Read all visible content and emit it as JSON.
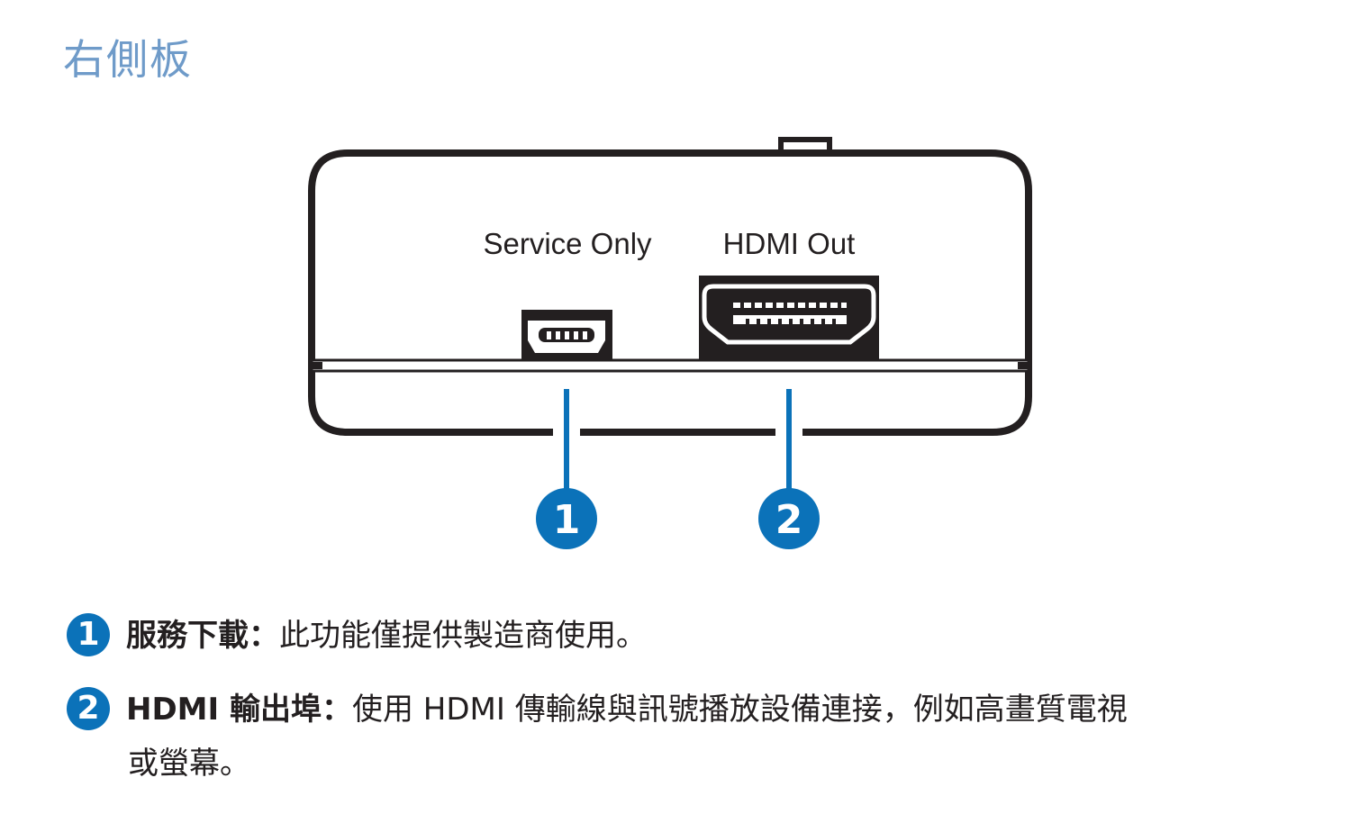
{
  "title": "右側板",
  "ports": [
    {
      "label": "Service Only",
      "callout": "1"
    },
    {
      "label": "HDMI Out",
      "callout": "2"
    }
  ],
  "items": [
    {
      "num": "1",
      "term": "服務下載",
      "sep": "：",
      "text": "此功能僅提供製造商使用。"
    },
    {
      "num": "2",
      "term": "HDMI 輸出埠",
      "sep": "：",
      "text": "使用 HDMI 傳輸線與訊號播放設備連接，例如高畫質電視",
      "text2": "或螢幕。"
    }
  ],
  "colors": {
    "accent": "#0b72b9",
    "title": "#6f9bc9",
    "outline": "#231f20"
  }
}
